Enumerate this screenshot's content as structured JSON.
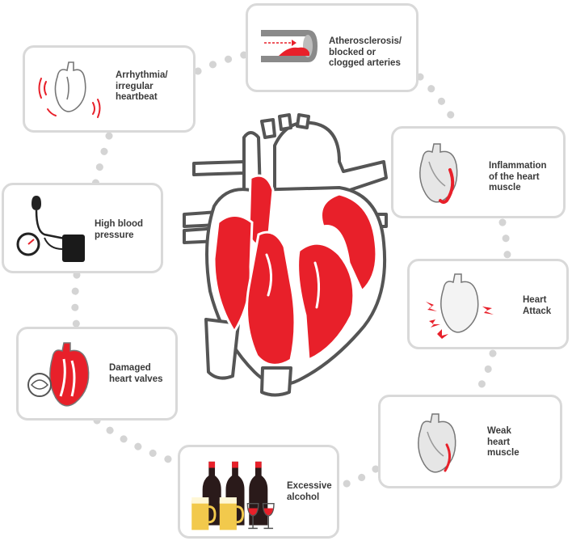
{
  "cards": [
    {
      "id": "arrhythmia",
      "lines": [
        "Arrhythmia/",
        "irregular",
        "heartbeat"
      ],
      "icon": "pulsing-heart-icon"
    },
    {
      "id": "atherosclerosis",
      "lines": [
        "Atherosclerosis/",
        "blocked or",
        "clogged arteries"
      ],
      "icon": "clogged-artery-icon"
    },
    {
      "id": "inflammation",
      "lines": [
        "Inflammation",
        "of the heart",
        "muscle"
      ],
      "icon": "inflamed-heart-icon"
    },
    {
      "id": "blood-pressure",
      "lines": [
        "High blood",
        "pressure"
      ],
      "icon": "blood-pressure-cuff-icon"
    },
    {
      "id": "heart-attack",
      "lines": [
        "Heart",
        "Attack"
      ],
      "icon": "heart-attack-icon"
    },
    {
      "id": "valves",
      "lines": [
        "Damaged",
        "heart valves"
      ],
      "icon": "damaged-valve-heart-icon"
    },
    {
      "id": "weak-muscle",
      "lines": [
        "Weak",
        "heart",
        "muscle"
      ],
      "icon": "weak-heart-icon"
    },
    {
      "id": "alcohol",
      "lines": [
        "Excessive",
        "alcohol"
      ],
      "icon": "alcohol-bottles-icon"
    }
  ],
  "colors": {
    "accent": "#e8202a",
    "outline": "#555555",
    "card_border": "#d9d9d9",
    "connector": "#d4d4d4",
    "text": "#3a3a3a"
  }
}
